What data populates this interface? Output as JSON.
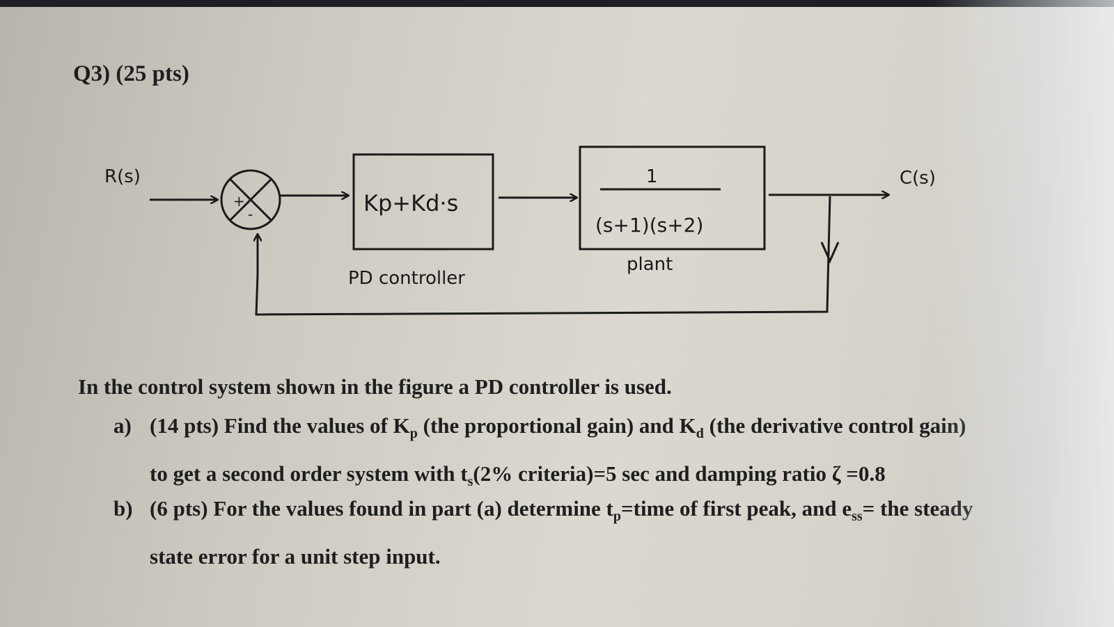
{
  "question": {
    "label": "Q3) (25 pts)"
  },
  "diagram": {
    "input_label": "R(s)",
    "output_label": "C(s)",
    "summer_plus": "+",
    "summer_minus": "-",
    "controller_tf": "Kp+Kd·s",
    "controller_caption": "PD controller",
    "plant_numerator": "1",
    "plant_denominator": "(s+1)(s+2)",
    "plant_caption": "plant"
  },
  "text": {
    "intro": "In the control system shown in the figure a PD controller is used.",
    "a_label": "a)",
    "a_1": "(14 pts) Find the values of K",
    "a_kp_sub": "p",
    "a_2": " (the proportional gain) and K",
    "a_kd_sub": "d",
    "a_3": " (the derivative control gain) to get a second order system with t",
    "a_ts_sub": "s",
    "a_4": "(2% criteria)=5 sec and damping ratio ζ =0.8",
    "b_label": "b)",
    "b_1": "(6 pts) For the values found in part (a) determine t",
    "b_tp_sub": "p",
    "b_2": "=time of first peak, and e",
    "b_ess_sub": "ss",
    "b_3": "= the steady state error for a unit step input."
  }
}
